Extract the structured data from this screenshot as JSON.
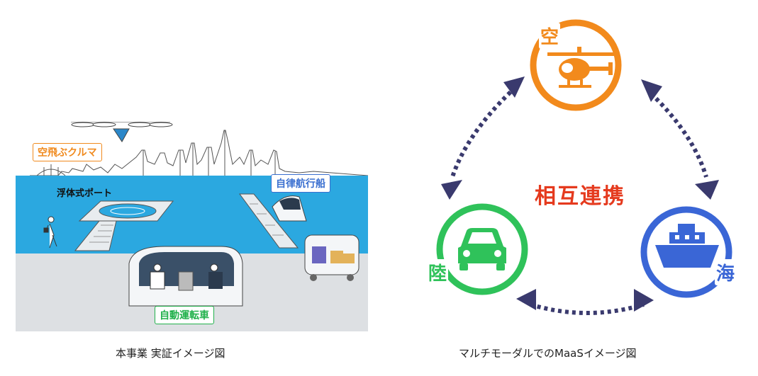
{
  "left": {
    "caption": "本事業 実証イメージ図",
    "labels": {
      "flying_car": "空飛ぶクルマ",
      "floating_port": "浮体式ポート",
      "autonomous_boat": "自律航行船",
      "autonomous_car": "自動運転車"
    },
    "colors": {
      "sea": "#2ba8e0",
      "ground": "#dde0e3",
      "flying_car_border": "#f08a1e",
      "boat_border": "#3a6fd0",
      "car_border": "#22b14c"
    }
  },
  "right": {
    "caption": "マルチモーダルでのMaaSイメージ図",
    "center_text": "相互連携",
    "nodes": {
      "air": {
        "label": "空",
        "icon": "helicopter-icon",
        "color": "#f28a1c"
      },
      "land": {
        "label": "陸",
        "icon": "car-icon",
        "color": "#2fc25a"
      },
      "sea": {
        "label": "海",
        "icon": "ship-icon",
        "color": "#3a66d6"
      }
    },
    "colors": {
      "arrow": "#3a3a6e",
      "center_text": "#e53a1e"
    }
  }
}
